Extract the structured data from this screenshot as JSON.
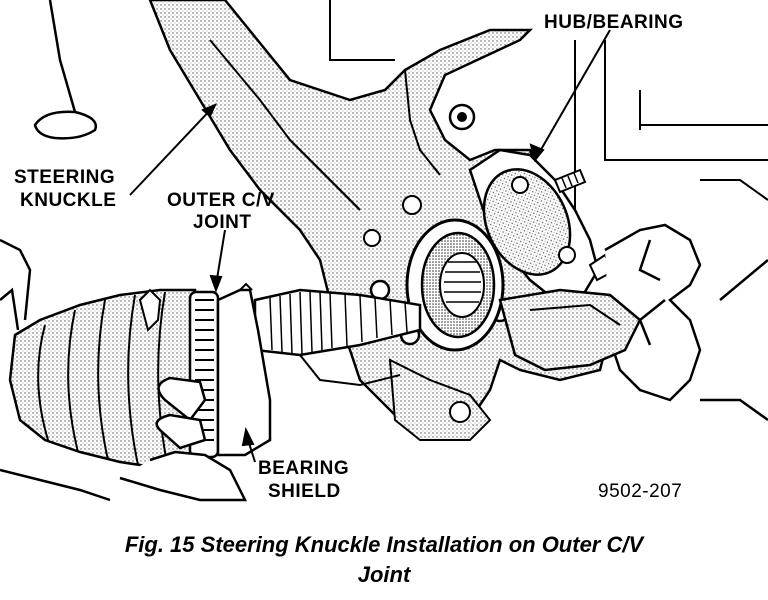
{
  "labels": {
    "hub_bearing": "HUB/BEARING",
    "steering_knuckle_line1": "STEERING",
    "steering_knuckle_line2": "KNUCKLE",
    "outer_cv_line1": "OUTER C/V",
    "outer_cv_line2": "JOINT",
    "bearing_shield_line1": "BEARING",
    "bearing_shield_line2": "SHIELD",
    "figure_code": "9502-207"
  },
  "caption": {
    "line1": "Fig. 15 Steering Knuckle Installation on Outer C/V",
    "line2": "Joint"
  }
}
